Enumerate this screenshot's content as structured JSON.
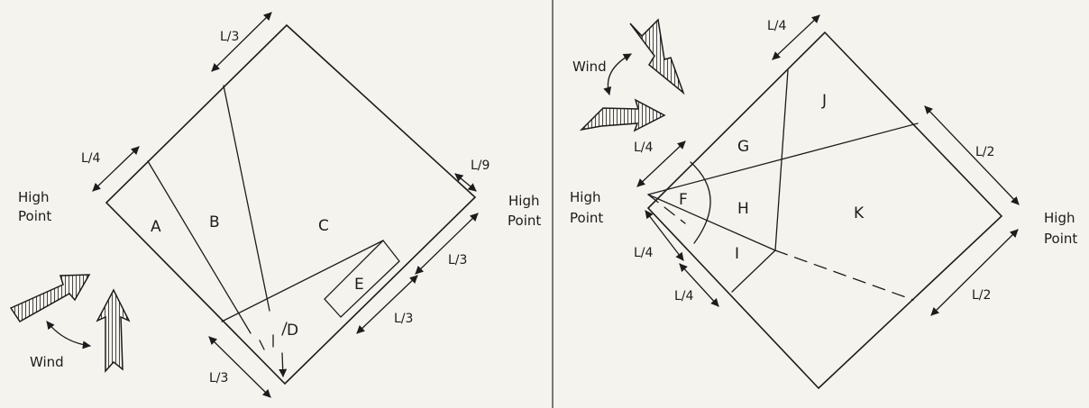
{
  "left_panel": {
    "regions": {
      "a": "A",
      "b": "B",
      "c": "C",
      "d": "D",
      "e": "E"
    },
    "dims": {
      "top_l3": "L/3",
      "left_l4": "L/4",
      "right_l9": "L/9",
      "right_l3_upper": "L/3",
      "right_l3_lower": "L/3",
      "bottom_l3": "L/3"
    },
    "high_point_left": {
      "line1": "High",
      "line2": "Point"
    },
    "high_point_right": {
      "line1": "High",
      "line2": "Point"
    },
    "wind": "Wind"
  },
  "right_panel": {
    "regions": {
      "f": "F",
      "g": "G",
      "h": "H",
      "i": "I",
      "j": "J",
      "k": "K"
    },
    "dims": {
      "top_l4": "L/4",
      "left_l4": "L/4",
      "right_l2_upper": "L/2",
      "left_l4_lower_a": "L/4",
      "left_l4_lower_b": "L/4",
      "right_l2_lower": "L/2"
    },
    "high_point_left": {
      "line1": "High",
      "line2": "Point"
    },
    "high_point_right": {
      "line1": "High",
      "line2": "Point"
    },
    "wind": "Wind"
  },
  "icons": [
    "wind-arrow-icon",
    "double-headed-arrow-icon",
    "dimension-arrow-icon"
  ]
}
